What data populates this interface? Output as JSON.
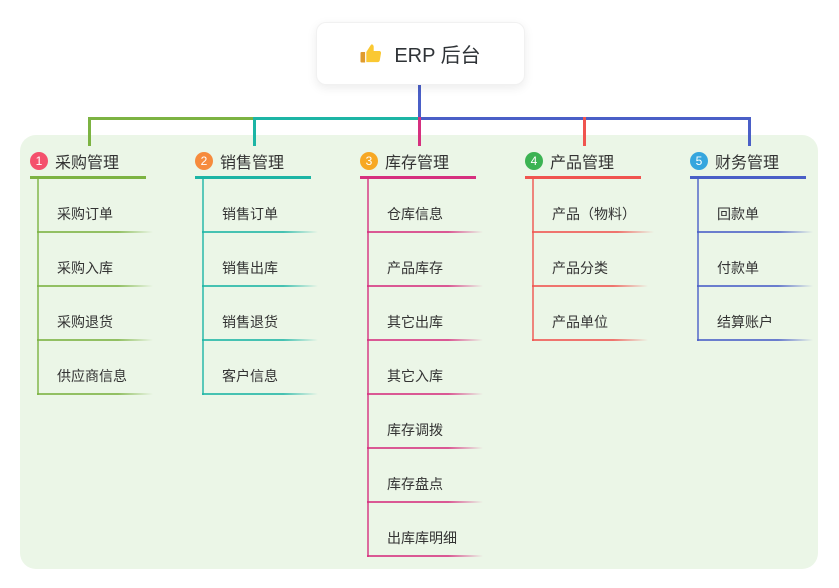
{
  "root": {
    "title": "ERP 后台",
    "icon": "thumbs-up-icon",
    "line_color": "#4a5fc7"
  },
  "canvas": {
    "background": "#ffffff",
    "panel_color": "#ebf6e7",
    "text_color": "#333333"
  },
  "branches": [
    {
      "badge": "1",
      "badge_color": "#f4516c",
      "line_color": "#7cb342",
      "label": "采购管理",
      "children": [
        "采购订单",
        "采购入库",
        "采购退货",
        "供应商信息"
      ]
    },
    {
      "badge": "2",
      "badge_color": "#f68b3d",
      "line_color": "#1cb5a5",
      "label": "销售管理",
      "children": [
        "销售订单",
        "销售出库",
        "销售退货",
        "客户信息"
      ]
    },
    {
      "badge": "3",
      "badge_color": "#f7a824",
      "line_color": "#d6307f",
      "label": "库存管理",
      "children": [
        "仓库信息",
        "产品库存",
        "其它出库",
        "其它入库",
        "库存调拨",
        "库存盘点",
        "出库库明细"
      ]
    },
    {
      "badge": "4",
      "badge_color": "#3cb353",
      "line_color": "#f0544f",
      "label": "产品管理",
      "children": [
        "产品（物料）",
        "产品分类",
        "产品单位"
      ]
    },
    {
      "badge": "5",
      "badge_color": "#36a6de",
      "line_color": "#4a5fc7",
      "label": "财务管理",
      "children": [
        "回款单",
        "付款单",
        "结算账户"
      ]
    }
  ]
}
